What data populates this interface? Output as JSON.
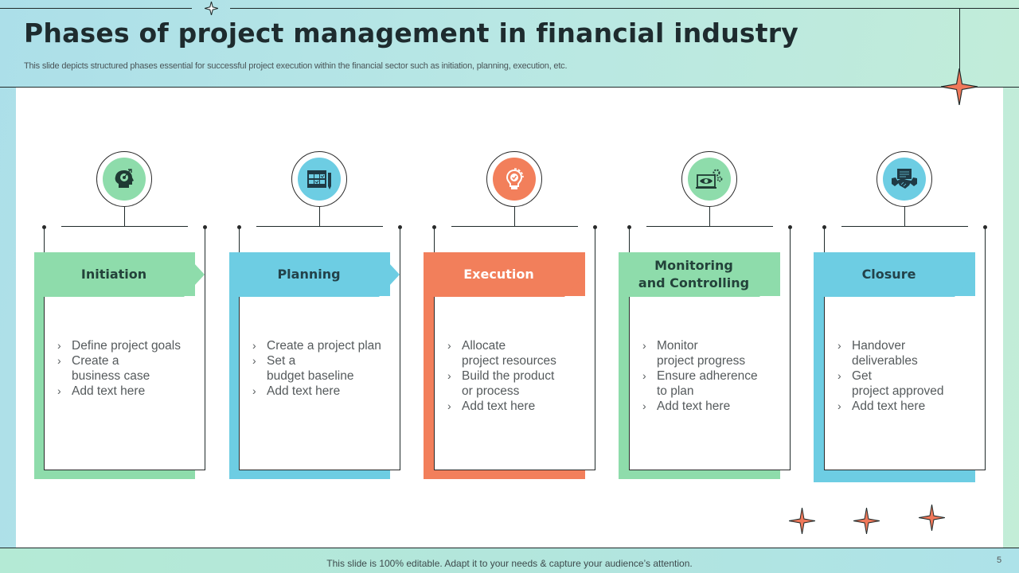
{
  "slide": {
    "title": "Phases of project management in financial industry",
    "subtitle": "This slide depicts structured phases essential for successful project execution within the financial sector such as initiation, planning, execution, etc.",
    "footer": "This slide is 100% editable. Adapt it to your needs & capture your audience’s attention.",
    "page_number": "5"
  },
  "colors": {
    "green": "#8edcab",
    "blue": "#6dcde3",
    "orange": "#f27f5b",
    "star_orange": "#f0785a",
    "dark_text": "#23423a"
  },
  "phases": [
    {
      "name": "Initiation",
      "icon": "head-gear-target-icon",
      "color": "green",
      "bullets": [
        "Define project goals",
        "Create a\nbusiness case",
        "Add text here"
      ]
    },
    {
      "name": "Planning",
      "icon": "calendar-checklist-pen-icon",
      "color": "blue",
      "bullets": [
        "Create a project plan",
        "Set a\nbudget baseline",
        "Add text here"
      ]
    },
    {
      "name": "Execution",
      "icon": "lightbulb-gear-check-icon",
      "color": "orange",
      "bullets": [
        "Allocate\nproject resources",
        "Build the product\nor process",
        "Add text here"
      ]
    },
    {
      "name": "Monitoring\nand Controlling",
      "icon": "monitor-eye-gears-icon",
      "color": "green",
      "bullets": [
        "Monitor\nproject progress",
        "Ensure adherence\nto plan",
        "Add text here"
      ]
    },
    {
      "name": "Closure",
      "icon": "handshake-contract-icon",
      "color": "blue",
      "bullets": [
        "Handover\ndeliverables",
        "Get\nproject approved",
        "Add text here"
      ]
    }
  ]
}
